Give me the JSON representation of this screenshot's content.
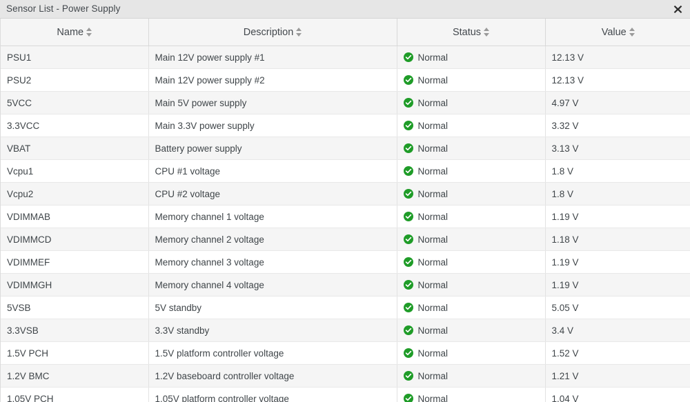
{
  "window": {
    "title": "Sensor List - Power Supply",
    "close_label": "✖",
    "close_icon": "close-icon"
  },
  "table": {
    "columns": [
      {
        "key": "name",
        "label": "Name",
        "align": "center",
        "sort_icon": "sort-updown-icon"
      },
      {
        "key": "description",
        "label": "Description",
        "align": "center",
        "sort_icon": "sort-updown-icon"
      },
      {
        "key": "status",
        "label": "Status",
        "align": "center",
        "sort_icon": "sort-updown-icon"
      },
      {
        "key": "value",
        "label": "Value",
        "align": "center",
        "sort_icon": "sort-updown-icon"
      }
    ],
    "status_icon": "check-circle-icon",
    "status_color": "#1f9c28",
    "rows": [
      {
        "name": "PSU1",
        "description": "Main 12V power supply #1",
        "status": "Normal",
        "value": "12.13 V"
      },
      {
        "name": "PSU2",
        "description": "Main 12V power supply #2",
        "status": "Normal",
        "value": "12.13 V"
      },
      {
        "name": "5VCC",
        "description": "Main 5V power supply",
        "status": "Normal",
        "value": "4.97 V"
      },
      {
        "name": "3.3VCC",
        "description": "Main 3.3V power supply",
        "status": "Normal",
        "value": "3.32 V"
      },
      {
        "name": "VBAT",
        "description": "Battery power supply",
        "status": "Normal",
        "value": "3.13 V"
      },
      {
        "name": "Vcpu1",
        "description": "CPU #1 voltage",
        "status": "Normal",
        "value": "1.8 V"
      },
      {
        "name": "Vcpu2",
        "description": "CPU #2 voltage",
        "status": "Normal",
        "value": "1.8 V"
      },
      {
        "name": "VDIMMAB",
        "description": "Memory channel 1 voltage",
        "status": "Normal",
        "value": "1.19 V"
      },
      {
        "name": "VDIMMCD",
        "description": "Memory channel 2 voltage",
        "status": "Normal",
        "value": "1.18 V"
      },
      {
        "name": "VDIMMEF",
        "description": "Memory channel 3 voltage",
        "status": "Normal",
        "value": "1.19 V"
      },
      {
        "name": "VDIMMGH",
        "description": "Memory channel 4 voltage",
        "status": "Normal",
        "value": "1.19 V"
      },
      {
        "name": "5VSB",
        "description": "5V standby",
        "status": "Normal",
        "value": "5.05 V"
      },
      {
        "name": "3.3VSB",
        "description": "3.3V standby",
        "status": "Normal",
        "value": "3.4 V"
      },
      {
        "name": "1.5V PCH",
        "description": "1.5V platform controller voltage",
        "status": "Normal",
        "value": "1.52 V"
      },
      {
        "name": "1.2V BMC",
        "description": "1.2V baseboard controller voltage",
        "status": "Normal",
        "value": "1.21 V"
      },
      {
        "name": "1.05V PCH",
        "description": "1.05V platform controller voltage",
        "status": "Normal",
        "value": "1.04 V"
      }
    ]
  }
}
